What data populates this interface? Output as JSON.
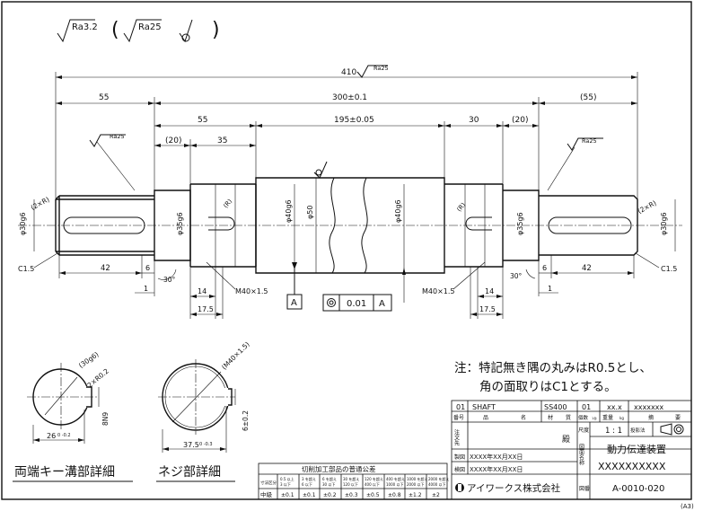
{
  "surface_symbols": {
    "main": "Ra3.2",
    "paren_open": "(",
    "sub": "Ra25",
    "paren_close": ")"
  },
  "dims": {
    "overall": "410",
    "overall_rough": "Ra25",
    "left_end": "55",
    "mid": "300±0.1",
    "right_end": "(55)",
    "inner_left": "55",
    "center": "195±0.05",
    "inner_right": "30",
    "right_ref": "(20)",
    "left_ref": "(20)",
    "left_35": "35",
    "left_rough": "Ra25",
    "right_rough": "Ra25",
    "key_left": "(2×R)",
    "key_right": "(2×R)",
    "dia30_left": "φ30g6",
    "dia35_left": "φ35g6",
    "r_left": "(R)",
    "dia40_left": "φ40g6",
    "dia50": "φ50",
    "dia40_right": "φ40g6",
    "r_right": "(R)",
    "dia35_right": "φ35g6",
    "dia30_right": "φ30g6",
    "c15_left": "C1.5",
    "c15_right": "C1.5",
    "key42_left": "42",
    "key42_right": "42",
    "six_left": "6",
    "six_right": "6",
    "one_left": "1",
    "one_right": "1",
    "ang_left": "30°",
    "ang_right": "30°",
    "fourteen_left": "14",
    "fourteen_right": "14",
    "thread_left": "M40×1.5",
    "thread_right": "M40×1.5",
    "d175_left": "17.5",
    "d175_right": "17.5",
    "datum": "A",
    "runout_val": "0.01",
    "runout_ref": "A"
  },
  "section_key": {
    "label_top": "(30g6)",
    "r": "2×R0.2",
    "width": "8N9",
    "depth": "26",
    "depth_tol": "0 -0.2"
  },
  "section_thread": {
    "label_top": "(M40×1.5)",
    "width": "6±0.2",
    "depth": "37.5",
    "depth_tol": "0 -0.3"
  },
  "detail_labels": {
    "key": "両端キー溝部詳細",
    "thread": "ネジ部詳細"
  },
  "notes": [
    "注：特記無き隅の丸みはR0.5とし、",
    "角の面取りはC1とする。"
  ],
  "tolerance_table": {
    "title": "切削加工部品の普通公差",
    "row1_head": "寸法区分",
    "ranges": [
      [
        "0.5 以上",
        "3 以下"
      ],
      [
        "3 を超え",
        "6 以下"
      ],
      [
        "6 を超え",
        "30 以下"
      ],
      [
        "30 を超え",
        "120 以下"
      ],
      [
        "120 を超え",
        "400 以下"
      ],
      [
        "400 を超え",
        "1000 以下"
      ],
      [
        "1000 を超え",
        "2000 以下"
      ],
      [
        "2000 を超え",
        "4000 以下"
      ]
    ],
    "row2_head": "中級",
    "values": [
      "±0.1",
      "±0.1",
      "±0.2",
      "±0.3",
      "±0.5",
      "±0.8",
      "±1.2",
      "±2"
    ]
  },
  "title_block": {
    "row1": {
      "no": "01",
      "name": "SHAFT",
      "material": "SS400",
      "qty": "01",
      "weight": "xx.x",
      "remark": "xxxxxxx"
    },
    "header": {
      "no": "番号",
      "name": "品",
      "name2": "名",
      "material": "材",
      "material2": "質",
      "qty": "個数",
      "qty_unit": "1台",
      "weight": "重量",
      "weight_unit": "kg",
      "remark": "摘",
      "remark2": "要"
    },
    "client_label": "注文先",
    "client_suffix": "殿",
    "scale_label": "尺度",
    "scale": "1 : 1",
    "projection_label": "投影法",
    "drawing_name_label": "図面名称",
    "drawing_name": "動力伝達装置",
    "drawing_sub": "XXXXXXXXXX",
    "drawn_label": "製図",
    "drawn_date": "XXXX年XX月XX日",
    "checked_label": "検図",
    "checked_date": "XXXX年XX月XX日",
    "company": "アイワークス株式会社",
    "number_label": "図番",
    "number": "A-0010-020"
  },
  "sheet_size": "(A3)"
}
